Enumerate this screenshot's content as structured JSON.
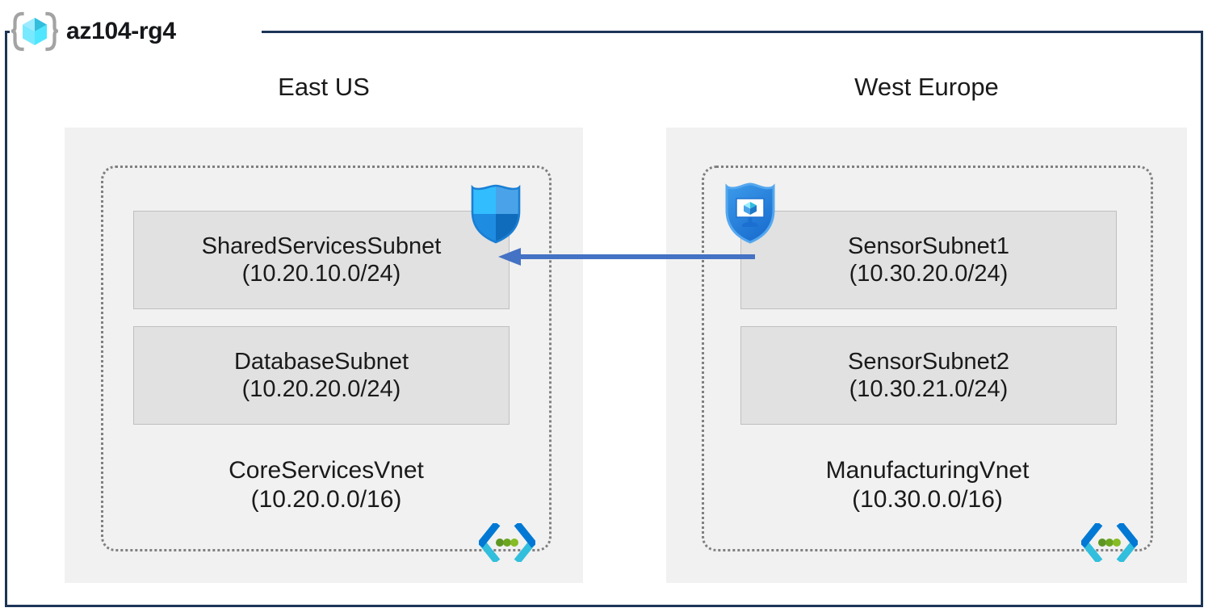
{
  "resource_group": {
    "name": "az104-rg4",
    "icon": "resource-group-icon",
    "border_color": "#1c3557"
  },
  "regions": [
    {
      "label": "East US",
      "side": "left",
      "container_color": "#f1f1f1",
      "vnet": {
        "name": "CoreServicesVnet",
        "cidr": "(10.20.0.0/16)",
        "icon": "virtual-network-icon",
        "subnets": [
          {
            "name": "SharedServicesSubnet",
            "cidr": "(10.20.10.0/24)",
            "attached_icon": "network-security-group-icon"
          },
          {
            "name": "DatabaseSubnet",
            "cidr": "(10.20.20.0/24)",
            "attached_icon": null
          }
        ]
      }
    },
    {
      "label": "West Europe",
      "side": "right",
      "container_color": "#f1f1f1",
      "vnet": {
        "name": "ManufacturingVnet",
        "cidr": "(10.30.0.0/16)",
        "icon": "virtual-network-icon",
        "subnets": [
          {
            "name": "SensorSubnet1",
            "cidr": "(10.30.20.0/24)",
            "attached_icon": "application-security-group-icon"
          },
          {
            "name": "SensorSubnet2",
            "cidr": "(10.30.21.0/24)",
            "attached_icon": null
          }
        ]
      }
    }
  ],
  "connection": {
    "name": "vnet-peering-arrow",
    "from": "SensorSubnet1",
    "to": "SharedServicesSubnet",
    "direction": "left",
    "color": "#4472c4"
  },
  "colors": {
    "subnet_fill": "#e1e1e1",
    "subnet_border": "#bfbfbf",
    "vnet_dotted_border": "#808080",
    "text": "#1a1a1a",
    "azure_blue": "#0078d4",
    "cube_cyan": "#50e6ff",
    "vnet_green": "#5e9624"
  }
}
